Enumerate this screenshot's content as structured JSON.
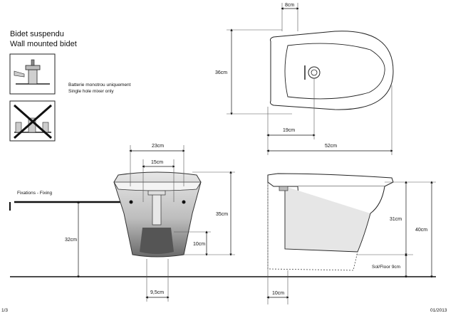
{
  "title_fr": "Bidet suspendu",
  "title_en": "Wall mounted bidet",
  "mixer_note_fr": "Batterie monotrou uniquement",
  "mixer_note_en": "Single hole mixer only",
  "fixing_label": "Fixations - Fixing",
  "floor_label": "Sol/Floor 9cm",
  "dimensions": {
    "width_top": "8cm",
    "plan_depth": "36cm",
    "hole_offset": "19cm",
    "total_length": "52cm",
    "front_width": "23cm",
    "fixing_spacing": "15cm",
    "body_height": "35cm",
    "fixing_height": "32cm",
    "drain_height": "10cm",
    "drain_width": "9,5cm",
    "side_height": "31cm",
    "overall_height": "40cm",
    "side_drain": "10cm"
  },
  "corner_left": "1/3",
  "corner_right": "01/2013"
}
